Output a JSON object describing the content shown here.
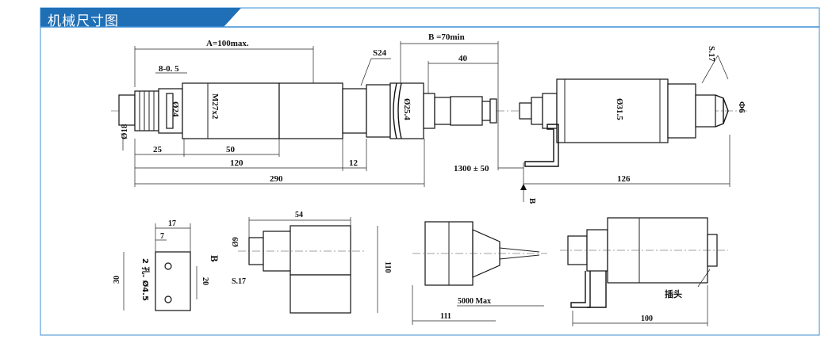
{
  "header": {
    "title": "机械尺寸图"
  },
  "colors": {
    "accent": "#1e6fb6",
    "frame_border": "#3a8fd6"
  },
  "top_view": {
    "labels": {
      "a_max": "A=100max.",
      "b_min": "B =70min",
      "s24": "S24",
      "s17_right": "S.17",
      "dim_8": "8-0. 5",
      "dim_40": "40",
      "d24": "Ø24",
      "m27": "M27x2",
      "d25_4": "Ø25.4",
      "d31_5": "Ø31.5",
      "d6": "Φ6",
      "d18": "Ø18",
      "dim_25": "25",
      "dim_50": "50",
      "dim_120": "120",
      "dim_12": "12",
      "dim_290": "290",
      "dim_1300": "1300 ± 50",
      "dim_126": "126",
      "view_b": "B"
    }
  },
  "bottom_view": {
    "labels": {
      "dim_17": "17",
      "dim_7": "7",
      "holes": "2 孔. Ø4.5",
      "dim_30": "30",
      "dim_20": "20",
      "view_b": "B",
      "dim_54": "54",
      "d9": "Ø9",
      "s17": "S.17",
      "dim_110": "110",
      "dim_5000": "5000 Max",
      "dim_111": "111",
      "plug": "插头",
      "dim_100": "100"
    }
  }
}
